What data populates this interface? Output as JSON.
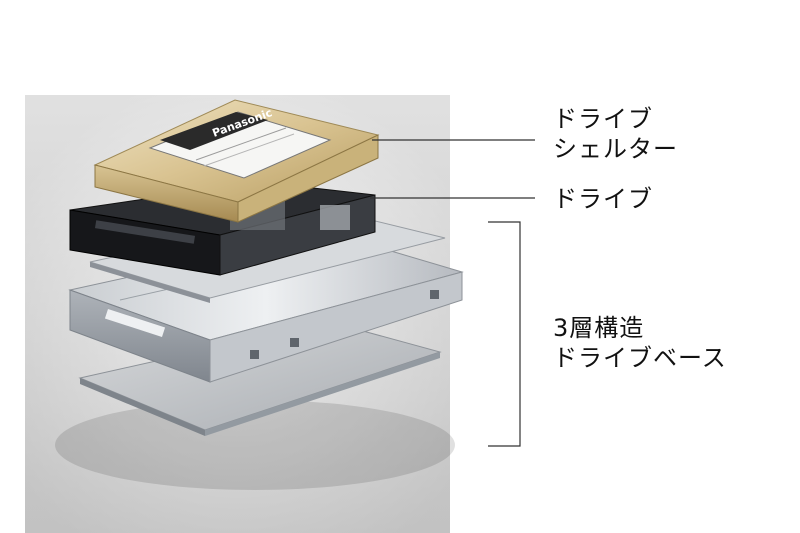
{
  "brand_plate": "Panasonic",
  "labels": {
    "shelter": [
      "ドライブ",
      "シェルター"
    ],
    "drive": "ドライブ",
    "base": [
      "3層構造",
      "ドライブベース"
    ]
  }
}
